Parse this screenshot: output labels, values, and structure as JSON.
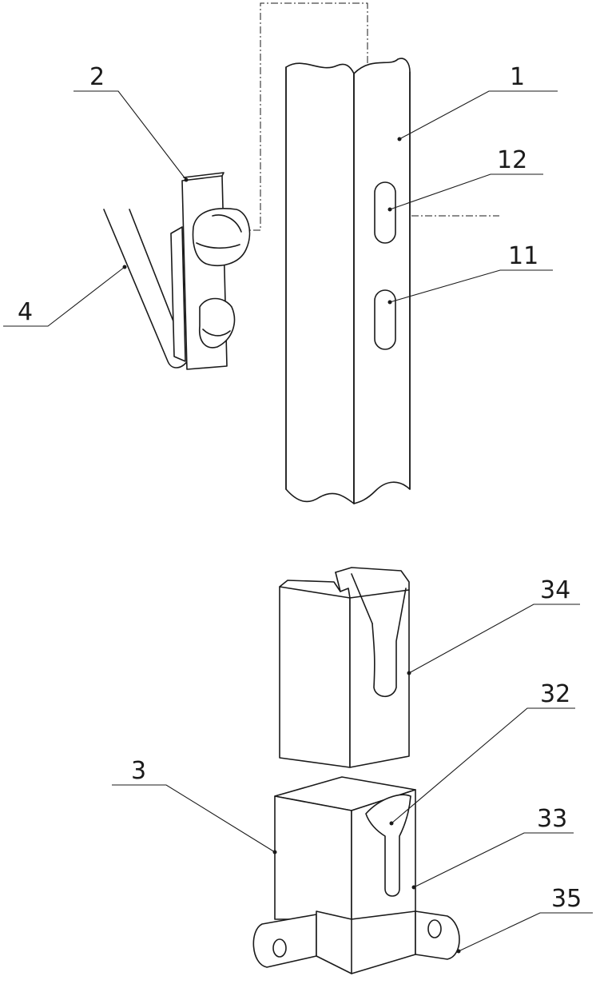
{
  "labels": {
    "post": "1",
    "connector_plate": "2",
    "brace": "4",
    "upper_slot": "12",
    "lower_slot": "11",
    "inner_sleeve": "34",
    "socket": "3",
    "socket_slot": "32",
    "socket_wall": "33",
    "base_flange": "35"
  }
}
